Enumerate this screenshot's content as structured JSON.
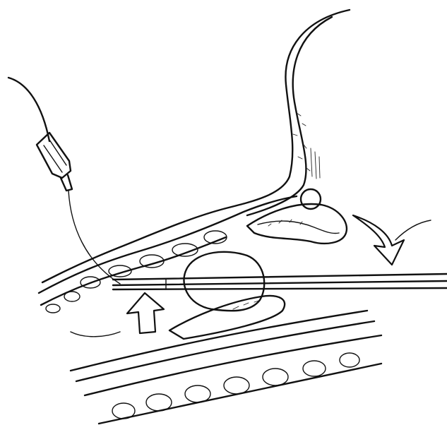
{
  "figure": {
    "background": "#ffffff",
    "ink_color": "#111111",
    "style": "black-and-white line drawing",
    "components": [
      "catheter-hub-icon",
      "catheter-tube",
      "needle-instrument",
      "uterus",
      "bowel-loops",
      "ovary",
      "balloon",
      "spine-vertebrae",
      "abdominal-wall",
      "push-arrow-right",
      "push-arrow-up"
    ]
  }
}
